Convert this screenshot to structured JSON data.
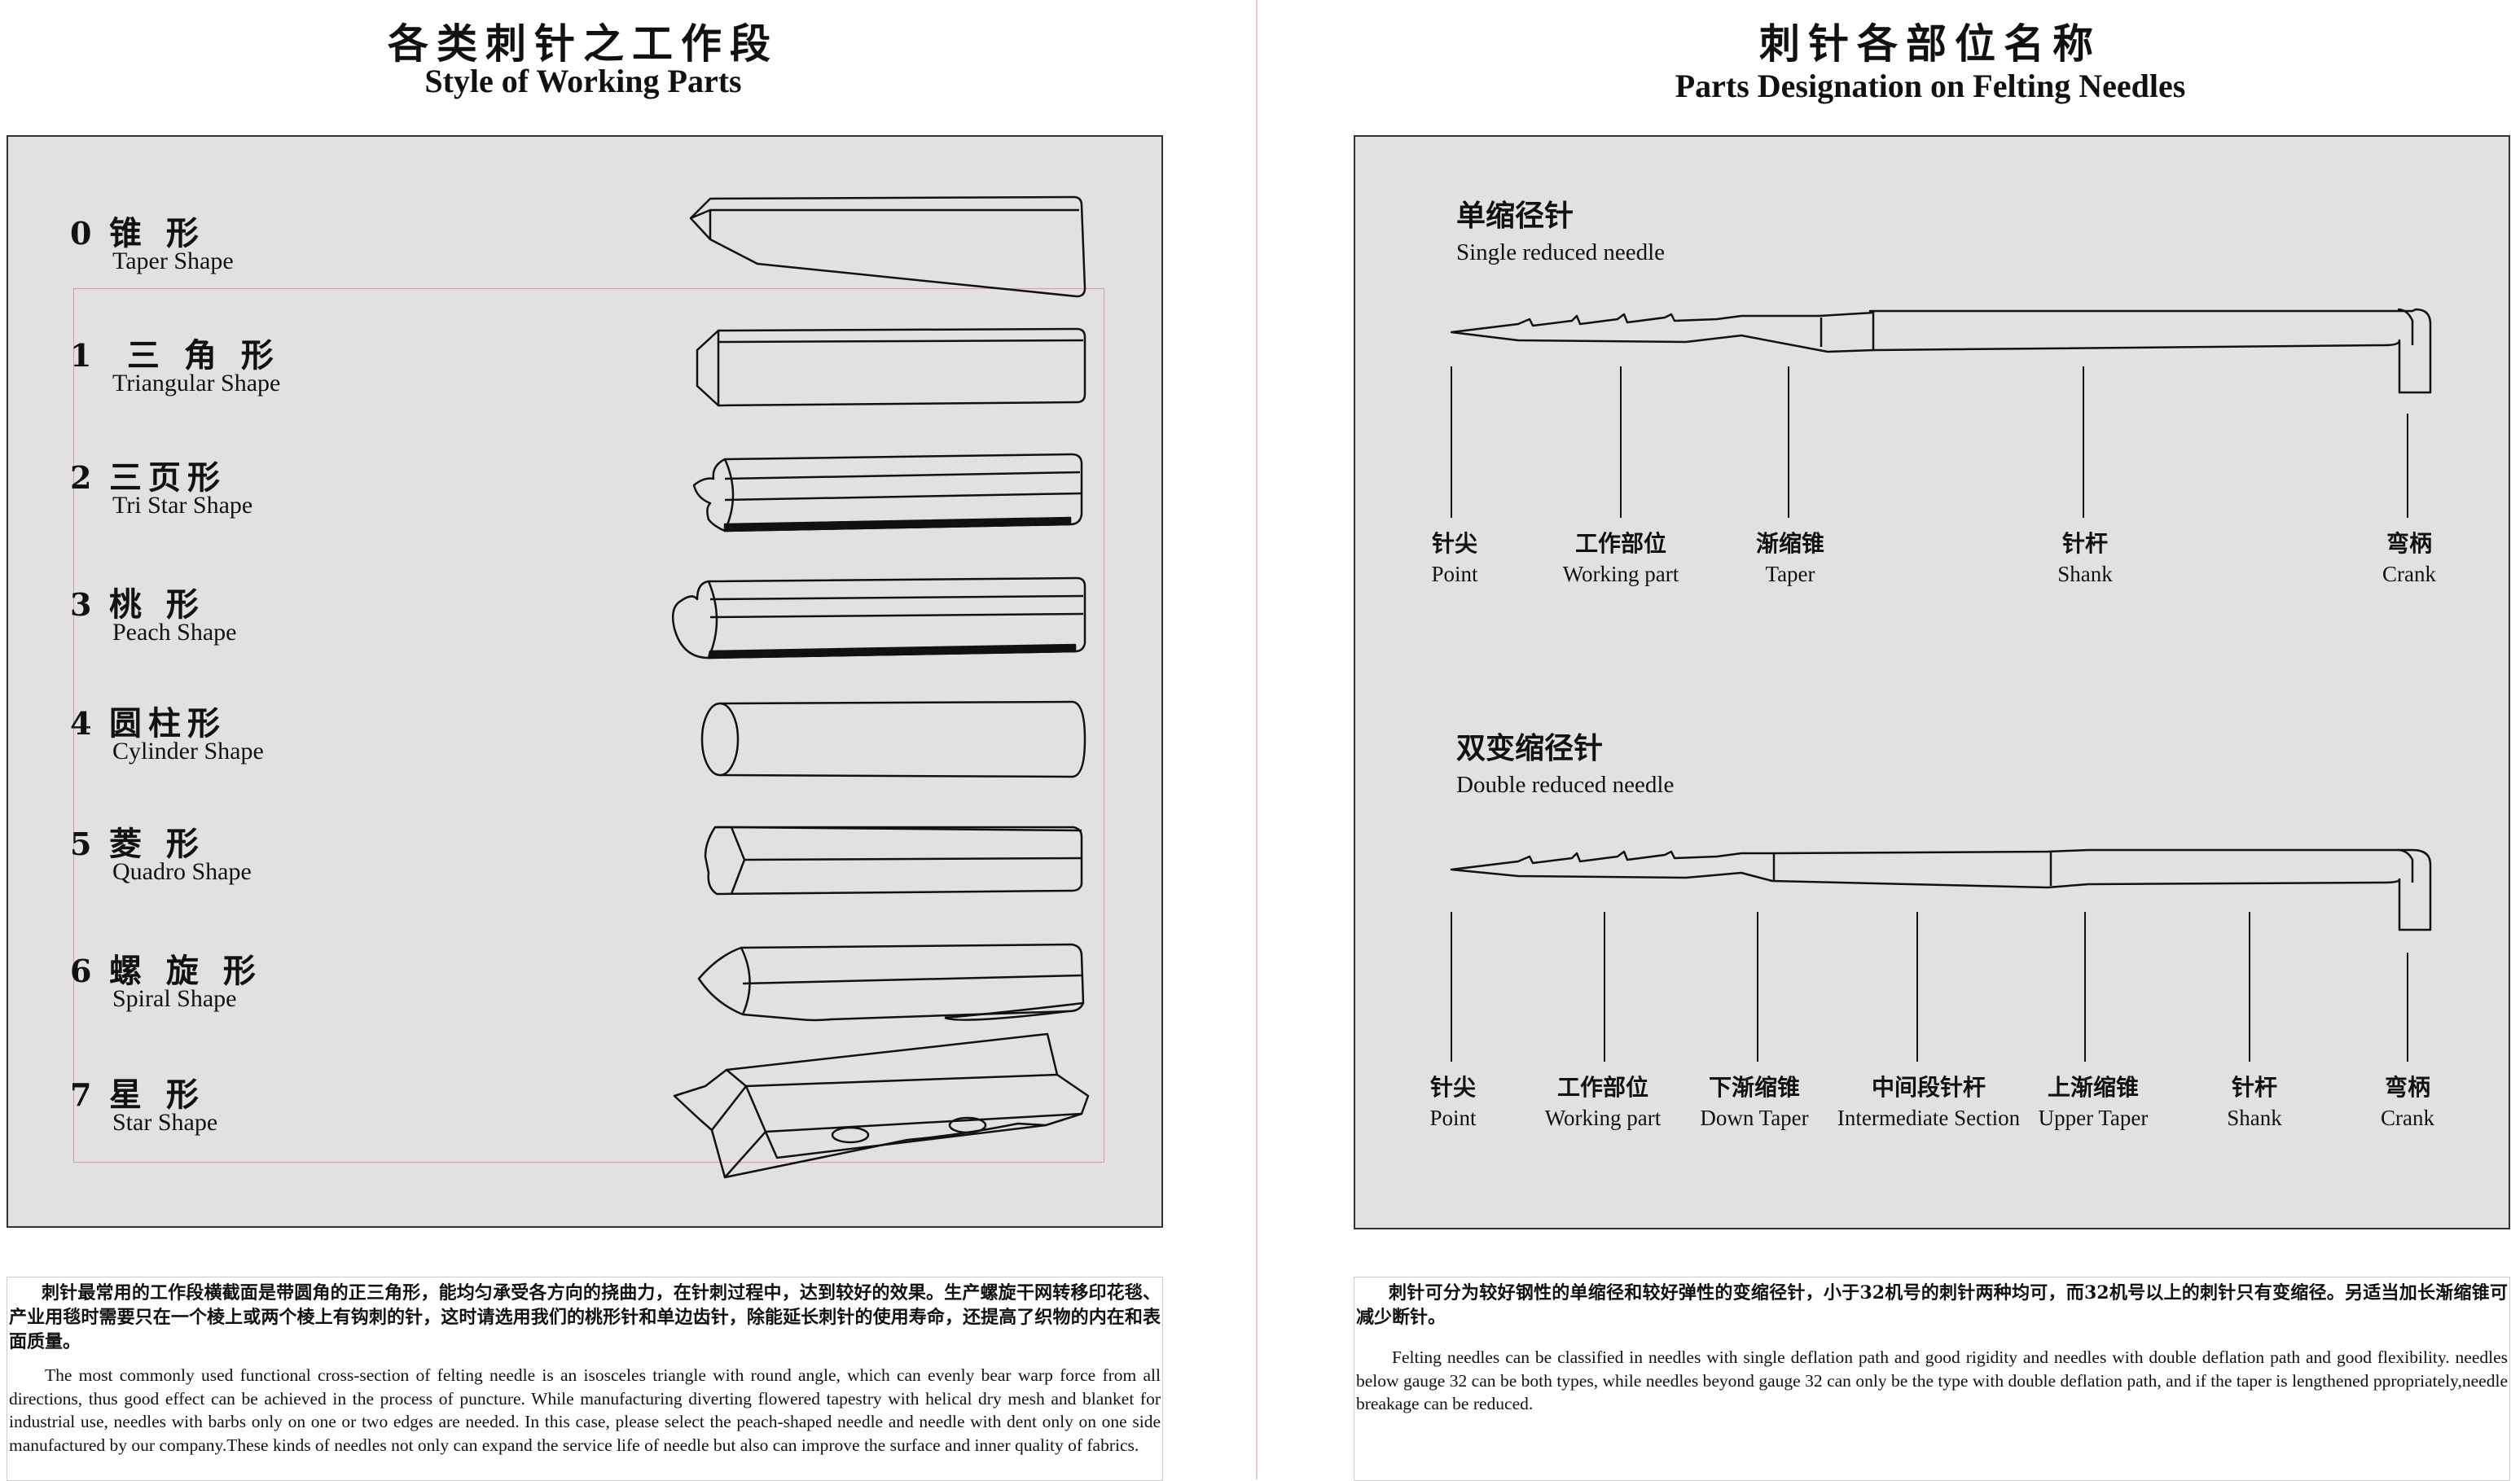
{
  "left": {
    "title_cn": "各类刺针之工作段",
    "title_en": "Style of Working Parts",
    "shapes": [
      {
        "num": "0",
        "cn": "锥 形",
        "en": "Taper Shape"
      },
      {
        "num": "1",
        "cn": " 三 角 形",
        "en": "Triangular Shape"
      },
      {
        "num": "2",
        "cn": "三页形",
        "en": "Tri Star Shape"
      },
      {
        "num": "3",
        "cn": "桃 形",
        "en": "Peach Shape"
      },
      {
        "num": "4",
        "cn": "圆柱形",
        "en": "Cylinder Shape"
      },
      {
        "num": "5",
        "cn": "菱 形",
        "en": "Quadro Shape"
      },
      {
        "num": "6",
        "cn": "螺 旋 形",
        "en": "Spiral Shape"
      },
      {
        "num": "7",
        "cn": "星 形",
        "en": "Star Shape"
      }
    ],
    "text_cn": "刺针最常用的工作段横截面是带圆角的正三角形，能均匀承受各方向的挠曲力，在针刺过程中，达到较好的效果。生产螺旋干网转移印花毯、产业用毯时需要只在一个棱上或两个棱上有钩刺的针，这时请选用我们的桃形针和单边齿针，除能延长刺针的使用寿命，还提高了织物的内在和表面质量。",
    "text_en": "The most commonly used functional cross-section of felting needle is an isosceles triangle with round angle, which can evenly bear warp force from all directions, thus good effect can be achieved in the process of puncture. While manufacturing diverting flowered tapestry with helical dry mesh and blanket for industrial use, needles with barbs only on one or two edges are needed. In this case, please select the peach-shaped needle and needle with dent only on one side manufactured by our company.These kinds of needles not only can expand the service life of needle but also can improve the surface and inner quality of fabrics."
  },
  "right": {
    "title_cn": "刺针各部位名称",
    "title_en": "Parts Designation on Felting Needles",
    "single": {
      "title_cn": "单缩径针",
      "title_en": "Single reduced needle",
      "labels": [
        {
          "cn": "针尖",
          "en": "Point"
        },
        {
          "cn": "工作部位",
          "en": "Working part"
        },
        {
          "cn": "渐缩锥",
          "en": "Taper"
        },
        {
          "cn": "针杆",
          "en": "Shank"
        },
        {
          "cn": "弯柄",
          "en": "Crank"
        }
      ]
    },
    "double": {
      "title_cn": "双变缩径针",
      "title_en": "Double reduced needle",
      "labels": [
        {
          "cn": "针尖",
          "en": "Point"
        },
        {
          "cn": "工作部位",
          "en": "Working part"
        },
        {
          "cn": "下渐缩锥",
          "en": "Down Taper"
        },
        {
          "cn": "中间段针杆",
          "en": "Intermediate Section"
        },
        {
          "cn": "上渐缩锥",
          "en": "Upper Taper"
        },
        {
          "cn": "针杆",
          "en": "Shank"
        },
        {
          "cn": "弯柄",
          "en": "Crank"
        }
      ]
    },
    "text_cn": "刺针可分为较好钢性的单缩径和较好弹性的变缩径针，小于32机号的刺针两种均可，而32机号以上的刺针只有变缩径。另适当加长渐缩锥可减少断针。",
    "text_en": "Felting needles can be classified in needles with single deflation path and good rigidity and needles with double deflation path and good flexibility. needles below gauge 32 can be both types, while needles beyond gauge 32 can only be the type with double deflation path, and if the taper is lengthened ppropriately,needle breakage can be reduced."
  }
}
